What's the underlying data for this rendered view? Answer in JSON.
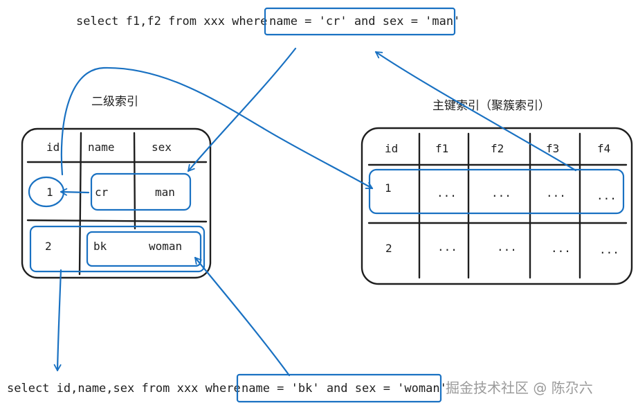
{
  "queries": {
    "top_prefix": "select f1,f2 from xxx where",
    "top_condition": "name = 'cr' and sex = 'man'",
    "bottom_prefix": "select id,name,sex from xxx where",
    "bottom_condition": "name = 'bk' and sex = 'woman'"
  },
  "secondary_index": {
    "caption": "二级索引",
    "headers": [
      "id",
      "name",
      "sex"
    ],
    "rows": [
      [
        "1",
        "cr",
        "man"
      ],
      [
        "2",
        "bk",
        "woman"
      ]
    ]
  },
  "clustered_index": {
    "caption": "主键索引（聚簇索引）",
    "headers": [
      "id",
      "f1",
      "f2",
      "f3",
      "f4"
    ],
    "rows": [
      [
        "1",
        "...",
        "...",
        "...",
        "..."
      ],
      [
        "2",
        "...",
        "...",
        "...",
        "..."
      ]
    ]
  },
  "watermark": "掘金技术社区 @ 陈尕六",
  "colors": {
    "ink": "#1e1e1e",
    "highlight": "#1971c2",
    "watermark": "#9a9a9a"
  }
}
